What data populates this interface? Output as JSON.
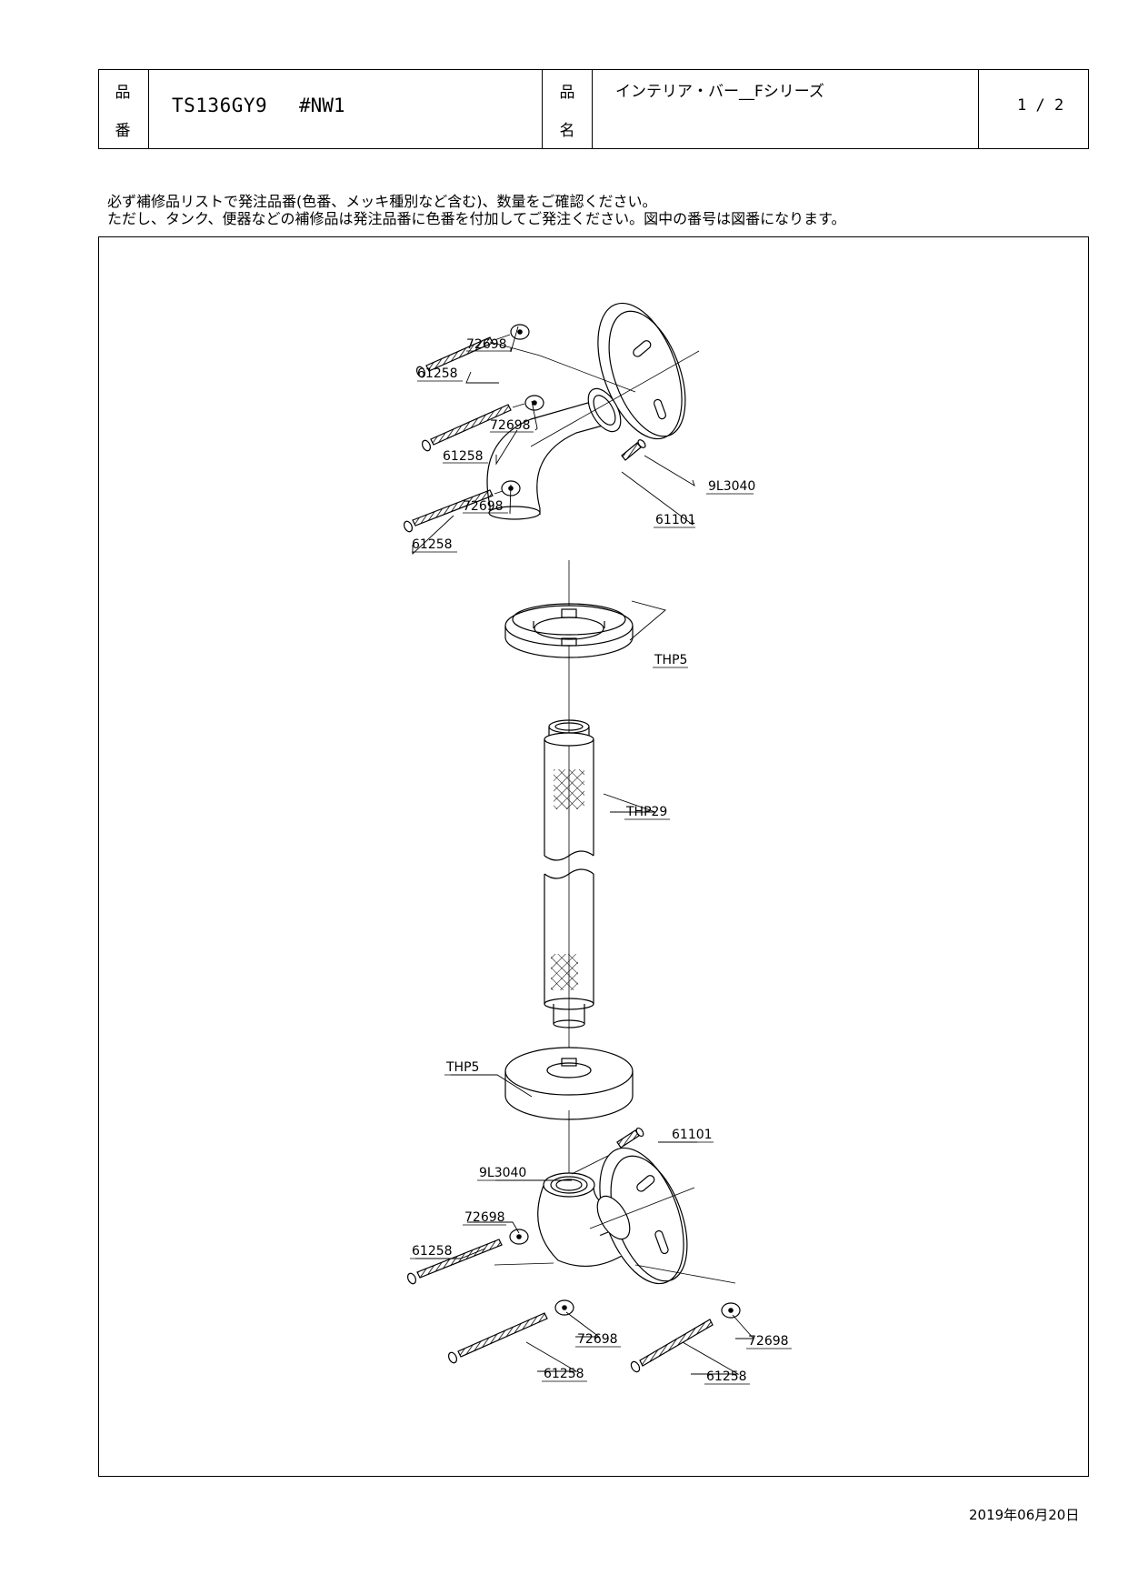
{
  "header": {
    "part_number_label_1": "品",
    "part_number_label_2": "番",
    "part_number": "TS136GY9",
    "color_code": "#NW1",
    "product_name_label_1": "品",
    "product_name_label_2": "名",
    "product_name": "インテリア・バー__Fシリーズ",
    "page": "1 / 2"
  },
  "notes": {
    "line1": "必ず補修品リストで発注品番(色番、メッキ種別など含む)、数量をご確認ください。",
    "line2": "ただし、タンク、便器などの補修品は発注品番に色番を付加してご発注ください。図中の番号は図番になります。"
  },
  "callouts": {
    "washer_top1": "72698",
    "screw_top1": "61258",
    "washer_top2": "72698",
    "screw_top2": "61258",
    "washer_top3": "72698",
    "screw_top3": "61258",
    "bracket_top": "9L3040",
    "setscrew_top": "61101",
    "cover_top": "THP5",
    "bar": "THP29",
    "cover_bottom": "THP5",
    "setscrew_bottom": "61101",
    "bracket_bottom": "9L3040",
    "washer_bottom1": "72698",
    "screw_bottom1": "61258",
    "washer_bottom2": "72698",
    "screw_bottom2": "61258",
    "washer_bottom3": "72698",
    "screw_bottom3": "61258"
  },
  "footer": {
    "date": "2019年06月20日"
  }
}
